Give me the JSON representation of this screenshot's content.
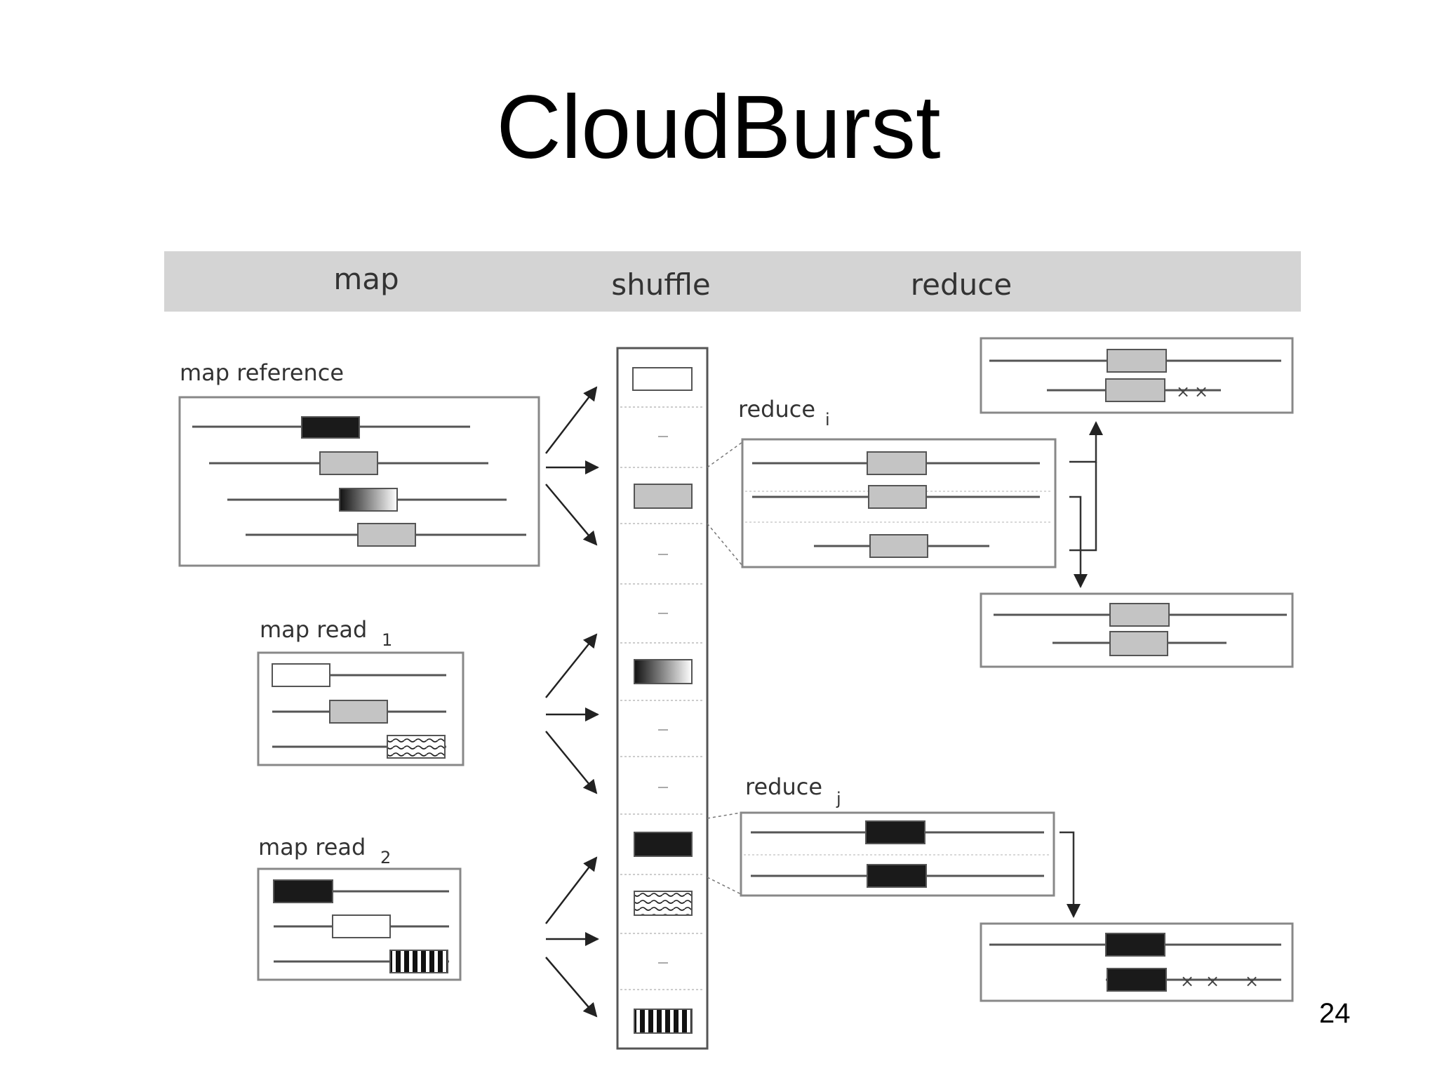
{
  "slide": {
    "title": "CloudBurst",
    "page_number": "24"
  },
  "header": {
    "map": "map",
    "shuffle": "shuffle",
    "reduce": "reduce"
  },
  "labels": {
    "map_reference": "map reference",
    "map_read_1": "map read",
    "map_read_1_sub": "1",
    "map_read_2": "map read",
    "map_read_2_sub": "2",
    "reduce_i": "reduce",
    "reduce_i_sub": "i",
    "reduce_j": "reduce",
    "reduce_j_sub": "j"
  },
  "colors": {
    "header_band": "#d4d4d4",
    "box_border": "#888888",
    "gray_fill": "#c4c4c4",
    "black_fill": "#1a1a1a"
  }
}
